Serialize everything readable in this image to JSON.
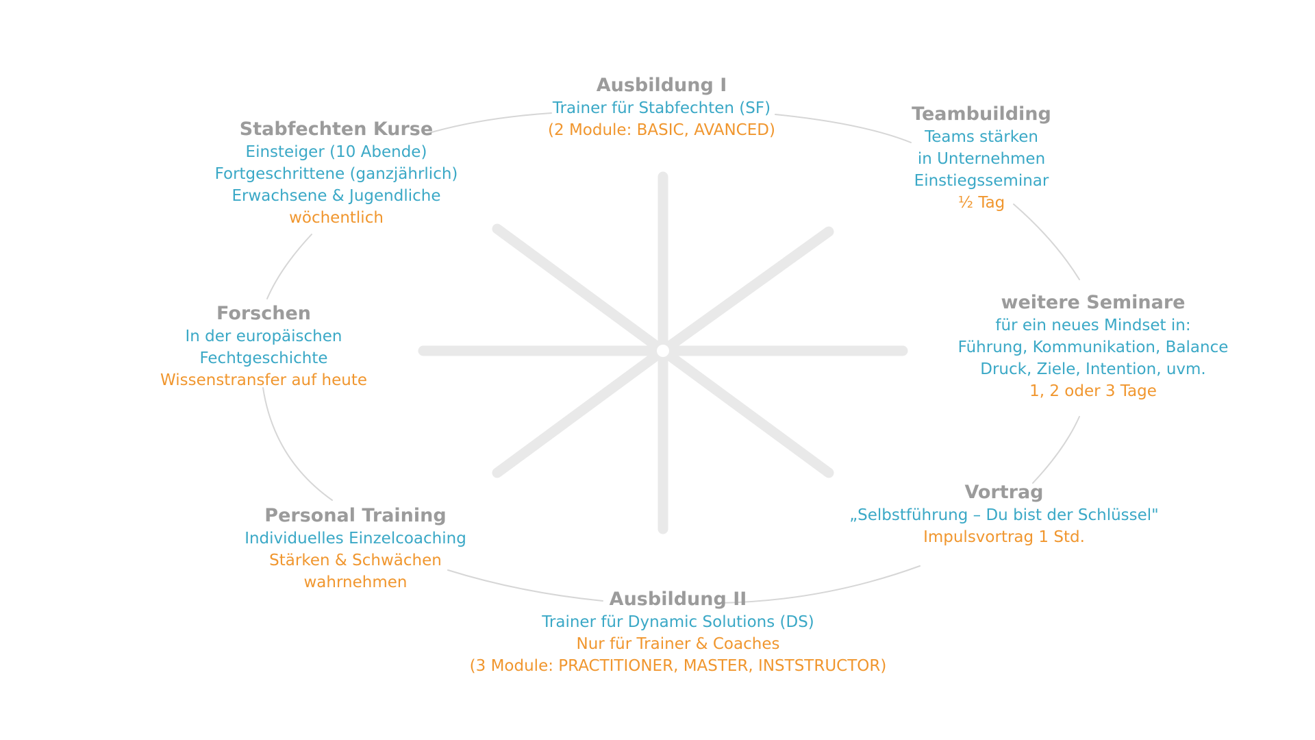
{
  "colors": {
    "title": "#9b9b9b",
    "primary": "#3aa8c6",
    "accent": "#f0962e",
    "spokes": "#e9e9e9",
    "ring": "#d6d6d6"
  },
  "nodes": [
    {
      "id": "ausbildung1",
      "title": "Ausbildung I",
      "lines": [
        {
          "text": "Trainer für Stabfechten (SF)",
          "color": "primary"
        },
        {
          "text": "(2 Module: BASIC, AVANCED)",
          "color": "accent"
        }
      ]
    },
    {
      "id": "teambuilding",
      "title": "Teambuilding",
      "lines": [
        {
          "text": "Teams stärken",
          "color": "primary"
        },
        {
          "text": "in Unternehmen",
          "color": "primary"
        },
        {
          "text": "Einstiegsseminar",
          "color": "primary"
        },
        {
          "text": "½ Tag",
          "color": "accent"
        }
      ]
    },
    {
      "id": "seminare",
      "title": "weitere Seminare",
      "lines": [
        {
          "text": "für ein neues Mindset in:",
          "color": "primary"
        },
        {
          "text": "Führung, Kommunikation, Balance",
          "color": "primary"
        },
        {
          "text": "Druck, Ziele, Intention, uvm.",
          "color": "primary"
        },
        {
          "text": "1, 2 oder 3 Tage",
          "color": "accent"
        }
      ]
    },
    {
      "id": "vortrag",
      "title": "Vortrag",
      "lines": [
        {
          "text": "„Selbstführung – Du bist der Schlüssel\"",
          "color": "primary"
        },
        {
          "text": "Impulsvortrag 1 Std.",
          "color": "accent"
        }
      ]
    },
    {
      "id": "ausbildung2",
      "title": "Ausbildung II",
      "lines": [
        {
          "text": "Trainer für Dynamic Solutions (DS)",
          "color": "primary"
        },
        {
          "text": "Nur für Trainer & Coaches",
          "color": "accent"
        },
        {
          "text": "(3 Module: PRACTITIONER, MASTER, INSTSTRUCTOR)",
          "color": "accent"
        }
      ]
    },
    {
      "id": "personal",
      "title": "Personal Training",
      "lines": [
        {
          "text": "Individuelles Einzelcoaching",
          "color": "primary"
        },
        {
          "text": "Stärken & Schwächen",
          "color": "accent"
        },
        {
          "text": "wahrnehmen",
          "color": "accent"
        }
      ]
    },
    {
      "id": "forschen",
      "title": "Forschen",
      "lines": [
        {
          "text": "In der europäischen",
          "color": "primary"
        },
        {
          "text": "Fechtgeschichte",
          "color": "primary"
        },
        {
          "text": "Wissenstransfer auf heute",
          "color": "accent"
        }
      ]
    },
    {
      "id": "kurse",
      "title": "Stabfechten Kurse",
      "lines": [
        {
          "text": "Einsteiger (10 Abende)",
          "color": "primary"
        },
        {
          "text": "Fortgeschrittene (ganzjährlich)",
          "color": "primary"
        },
        {
          "text": "Erwachsene & Jugendliche",
          "color": "primary"
        },
        {
          "text": "wöchentlich",
          "color": "accent"
        }
      ]
    }
  ]
}
